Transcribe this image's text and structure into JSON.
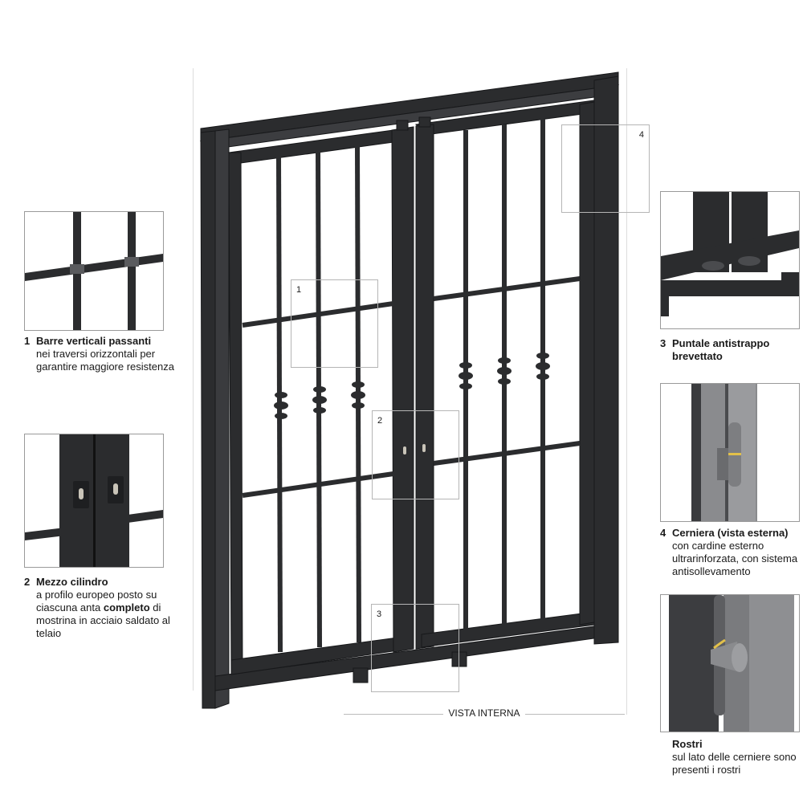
{
  "details": [
    {
      "num": "1",
      "title": "Barre verticali passanti",
      "text": "nei traversi orizzontali per garantire maggiore resistenza"
    },
    {
      "num": "2",
      "title": "Mezzo cilindro",
      "text_before": "a profilo europeo posto su ciascuna anta",
      "text_bold": "completo",
      "text_after": "di mostrina in acciaio saldato al telaio"
    },
    {
      "num": "3",
      "title": "Puntale antistrappo brevettato"
    },
    {
      "num": "4",
      "title": "Cerniera (vista esterna)",
      "text": "con cardine esterno ultrarinforzata, con sistema antisollevamento"
    },
    {
      "title": "Rostri",
      "text": "sul lato delle cerniere sono presenti i rostri"
    }
  ],
  "callouts": [
    "1",
    "2",
    "3",
    "4"
  ],
  "view_label": "VISTA INTERNA",
  "colors": {
    "gate": "#2b2c2e",
    "hinge_ring": "#e2c04a",
    "box_border": "#9a9a9a"
  }
}
